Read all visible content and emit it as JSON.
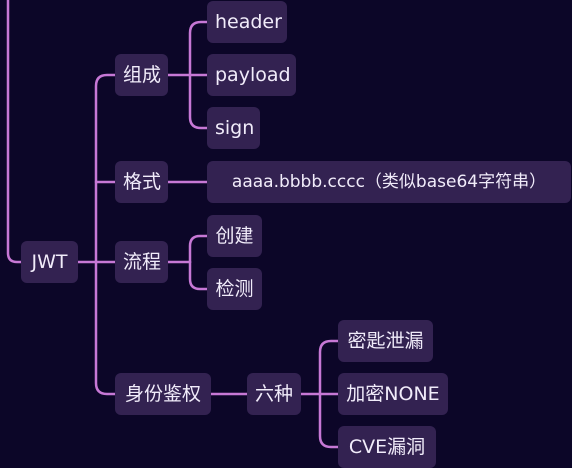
{
  "root": {
    "label": "JWT"
  },
  "branches": [
    {
      "label": "组成",
      "children": [
        "header",
        "payload",
        "sign"
      ]
    },
    {
      "label": "格式",
      "children": [
        "aaaa.bbbb.cccc（类似base64字符串）"
      ]
    },
    {
      "label": "流程",
      "children": [
        "创建",
        "检测"
      ]
    },
    {
      "label": "身份鉴权",
      "sub": {
        "label": "六种",
        "children": [
          "密匙泄漏",
          "加密NONE",
          "CVE漏洞"
        ]
      }
    }
  ],
  "colors": {
    "background": "#0c0628",
    "node": "#332251",
    "text": "#f1ecfa",
    "line": "#c778d6"
  }
}
